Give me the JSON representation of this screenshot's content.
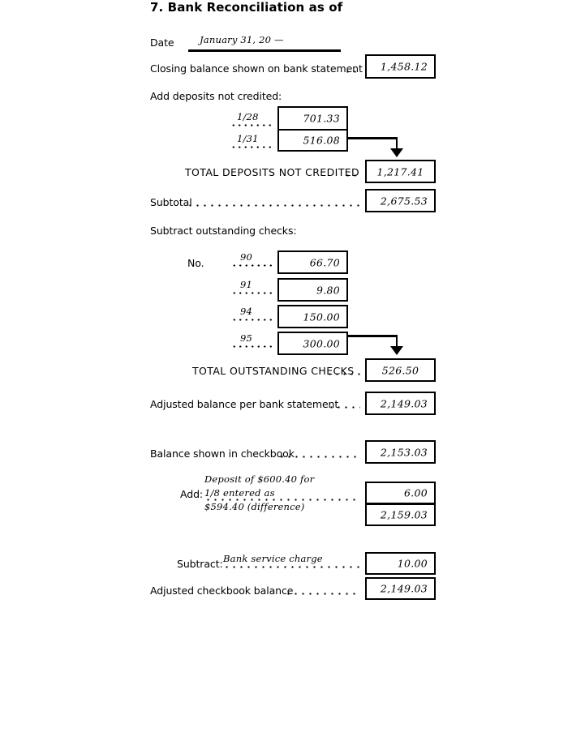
{
  "form": {
    "title": "7. Bank Reconciliation as of",
    "date_label": "Date",
    "date_value": "January 31, 20 —"
  },
  "bank_side": {
    "closing_balance_label": "Closing balance shown on bank statement",
    "closing_balance_value": "1,458.12",
    "deposits_heading": "Add deposits not credited:",
    "deposits": [
      {
        "date": "1/28",
        "amount": "701.33"
      },
      {
        "date": "1/31",
        "amount": "516.08"
      }
    ],
    "total_deposits_label": "TOTAL DEPOSITS NOT CREDITED",
    "total_deposits_value": "1,217.41",
    "subtotal_label": "Subtotal",
    "subtotal_value": "2,675.53",
    "checks_heading": "Subtract outstanding checks:",
    "checks_number_label": "No.",
    "checks": [
      {
        "number": "90",
        "amount": "66.70"
      },
      {
        "number": "91",
        "amount": "9.80"
      },
      {
        "number": "94",
        "amount": "150.00"
      },
      {
        "number": "95",
        "amount": "300.00"
      }
    ],
    "total_checks_label": "TOTAL OUTSTANDING CHECKS",
    "total_checks_value": "526.50",
    "adjusted_bank_label": "Adjusted balance per bank statement",
    "adjusted_bank_value": "2,149.03"
  },
  "checkbook_side": {
    "checkbook_balance_label": "Balance shown in checkbook",
    "checkbook_balance_value": "2,153.03",
    "add_label": "Add:",
    "add_note_line1": "Deposit of $600.40 for",
    "add_note_line2": "1/8 entered as",
    "add_note_line3": "$594.40 (difference)",
    "add_value": "6.00",
    "add_result_value": "2,159.03",
    "subtract_label": "Subtract:",
    "subtract_note": "Bank service charge",
    "subtract_value": "10.00",
    "adjusted_checkbook_label": "Adjusted checkbook balance",
    "adjusted_checkbook_value": "2,149.03"
  }
}
